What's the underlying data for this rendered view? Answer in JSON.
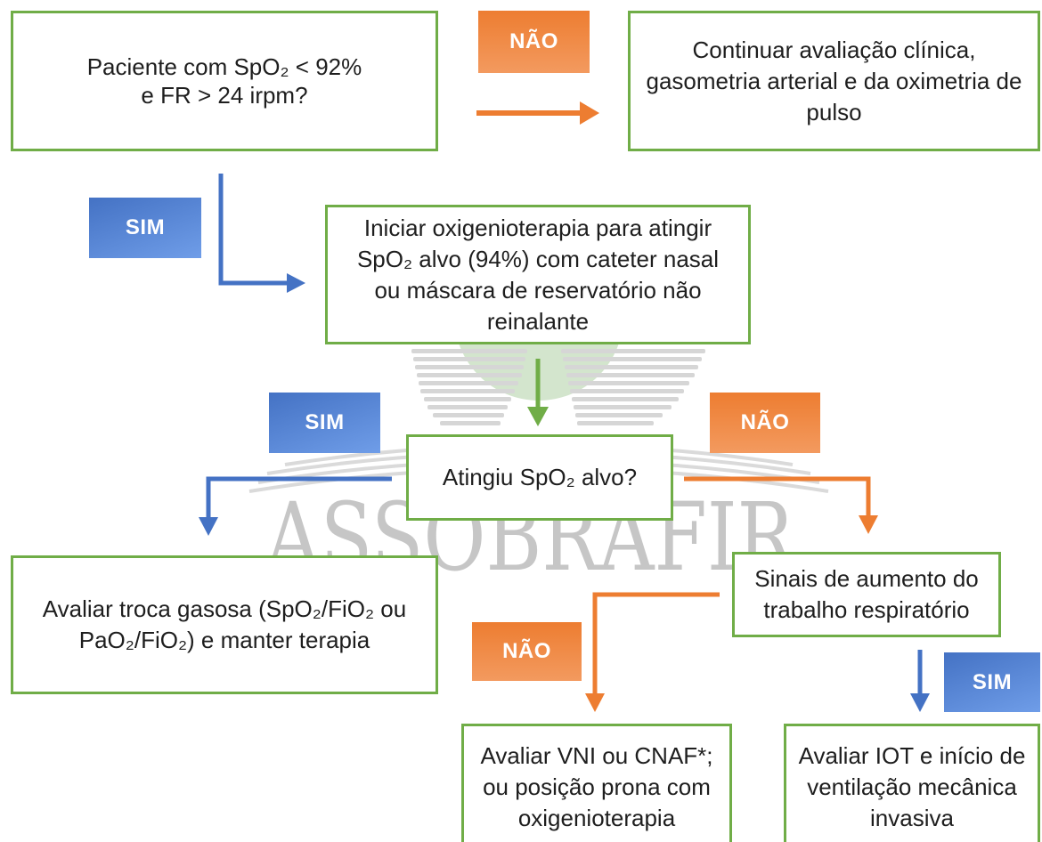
{
  "diagram": {
    "watermark": "ASSOBRAFIR",
    "colors": {
      "box_border": "#70ad47",
      "no_label": "#ed7d31",
      "yes_label": "#4472c4",
      "arrow_orange": "#ed7d31",
      "arrow_blue": "#4472c4",
      "arrow_green": "#70ad47"
    },
    "nodes": {
      "initial_question": {
        "lines": [
          "Paciente com SpO₂ < 92%",
          "e FR > 24 irpm?"
        ]
      },
      "continue_evaluation": {
        "lines": [
          "Continuar avaliação clínica,",
          "gasometria arterial e da oximetria de",
          "pulso"
        ]
      },
      "start_oxygen": {
        "lines": [
          "Iniciar oxigenioterapia para atingir",
          "SpO₂ alvo (94%) com cateter nasal",
          "ou máscara de reservatório não",
          "reinalante"
        ]
      },
      "target_reached": {
        "lines": [
          "Atingiu SpO₂ alvo?"
        ]
      },
      "assess_gas_exchange": {
        "lines": [
          "Avaliar troca gasosa (SpO₂/FiO₂ ou",
          "PaO₂/FiO₂) e manter terapia"
        ]
      },
      "work_of_breathing": {
        "lines": [
          "Sinais de aumento do",
          "trabalho respiratório"
        ]
      },
      "assess_niv": {
        "lines": [
          "Avaliar VNI ou CNAF*;",
          "ou posição prona com",
          "oxigenioterapia"
        ]
      },
      "assess_iot": {
        "lines": [
          "Avaliar IOT e início de",
          "ventilação mecânica",
          "invasiva"
        ]
      }
    },
    "labels": {
      "first_no": "NÃO",
      "first_yes": "SIM",
      "target_yes": "SIM",
      "target_no": "NÃO",
      "work_no": "NÃO",
      "work_yes": "SIM"
    }
  }
}
